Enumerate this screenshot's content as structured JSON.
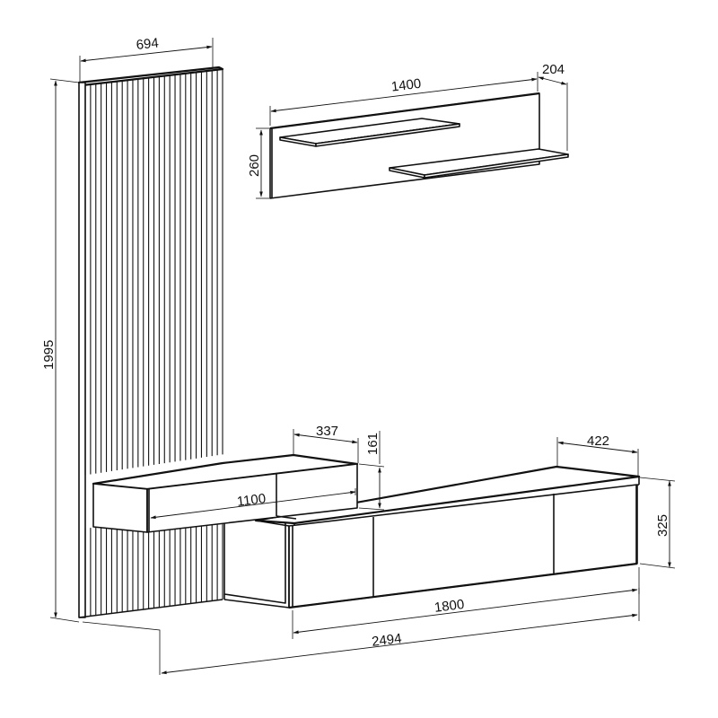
{
  "drawing": {
    "title": "TV wall unit dimension drawing",
    "units": "mm",
    "dimensions": {
      "slat_panel_width": "694",
      "slat_panel_height": "1995",
      "wall_shelf_width": "1400",
      "wall_shelf_depth": "204",
      "wall_shelf_height": "260",
      "upper_box_depth": "337",
      "upper_box_height": "161",
      "upper_box_width": "1100",
      "low_cabinet_depth": "422",
      "low_cabinet_height": "325",
      "low_cabinet_width": "1800",
      "overall_width": "2494"
    },
    "components": [
      {
        "name": "slatted wall panel"
      },
      {
        "name": "wall panel with two floating shelves"
      },
      {
        "name": "hanging box with drawer"
      },
      {
        "name": "low TV cabinet with three doors"
      }
    ],
    "colors": {
      "line": "#111111",
      "background": "#ffffff"
    }
  }
}
